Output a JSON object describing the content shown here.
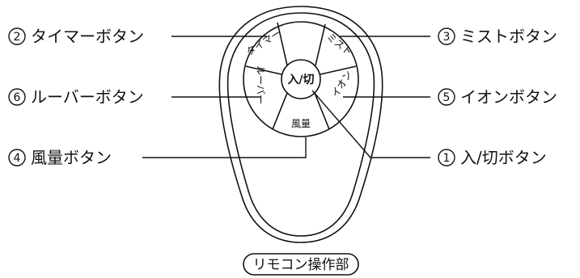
{
  "callouts": {
    "timer": {
      "num": "2",
      "label": "タイマーボタン"
    },
    "mist": {
      "num": "3",
      "label": "ミストボタン"
    },
    "louver": {
      "num": "6",
      "label": "ルーバーボタン"
    },
    "ion": {
      "num": "5",
      "label": "イオンボタン"
    },
    "airflow": {
      "num": "4",
      "label": "風量ボタン"
    },
    "power": {
      "num": "1",
      "label": "入/切ボタン"
    }
  },
  "remote": {
    "timer_btn": "タイマー",
    "mist_btn": "ミスト",
    "louver_btn": "ルーバー",
    "ion_btn": "イオン",
    "airflow_btn": "風量",
    "power_btn": "入/切"
  },
  "caption": "リモコン操作部",
  "colors": {
    "line": "#111111",
    "background": "#ffffff"
  }
}
